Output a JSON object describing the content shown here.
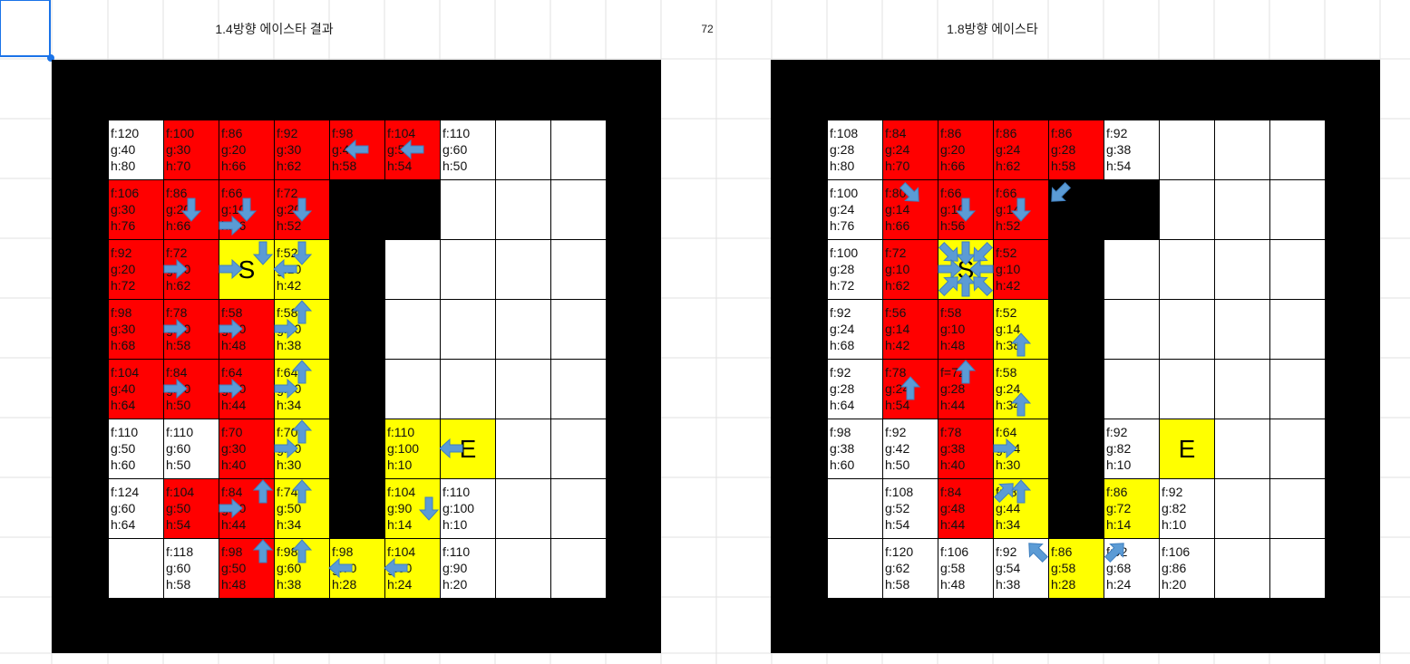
{
  "sheet": {
    "header_left": "1.4방향 에이스타 결과",
    "header_mid": "72",
    "header_right": "1.8방향 에이스타"
  },
  "colors": {
    "open": "#ffffff",
    "closed": "#ff0000",
    "path": "#ffff00",
    "wall": "#000000",
    "arrow": "#5b9bd5"
  },
  "left_map": {
    "rows": [
      [
        {
          "c": "white",
          "t": [
            "f:120",
            "g:40",
            "h:80"
          ]
        },
        {
          "c": "red",
          "t": [
            "f:100",
            "g:30",
            "h:70"
          ]
        },
        {
          "c": "red",
          "t": [
            "f:86",
            "g:20",
            "h:66"
          ]
        },
        {
          "c": "red",
          "t": [
            "f:92",
            "g:30",
            "h:62"
          ]
        },
        {
          "c": "red",
          "t": [
            "f:98",
            "g:40",
            "h:58"
          ]
        },
        {
          "c": "red",
          "t": [
            "f:104",
            "g:50",
            "h:54"
          ]
        },
        {
          "c": "white",
          "t": [
            "f:110",
            "g:60",
            "h:50"
          ]
        },
        {
          "c": "white",
          "t": []
        },
        {
          "c": "white",
          "t": []
        }
      ],
      [
        {
          "c": "red",
          "t": [
            "f:106",
            "g:30",
            "h:76"
          ]
        },
        {
          "c": "red",
          "t": [
            "f:86",
            "g:20",
            "h:66"
          ]
        },
        {
          "c": "red",
          "t": [
            "f:66",
            "g:10",
            "h:56"
          ]
        },
        {
          "c": "red",
          "t": [
            "f:72",
            "g:20",
            "h:52"
          ]
        },
        {
          "c": "wall"
        },
        {
          "c": "wall"
        },
        {
          "c": "white",
          "t": []
        },
        {
          "c": "white",
          "t": []
        },
        {
          "c": "white",
          "t": []
        }
      ],
      [
        {
          "c": "red",
          "t": [
            "f:92",
            "g:20",
            "h:72"
          ]
        },
        {
          "c": "red",
          "t": [
            "f:72",
            "g:10",
            "h:62"
          ]
        },
        {
          "c": "yellow",
          "big": "S"
        },
        {
          "c": "yellow",
          "t": [
            "f:52",
            "g:10",
            "h:42"
          ]
        },
        {
          "c": "wall"
        },
        {
          "c": "white",
          "t": []
        },
        {
          "c": "white",
          "t": []
        },
        {
          "c": "white",
          "t": []
        },
        {
          "c": "white",
          "t": []
        }
      ],
      [
        {
          "c": "red",
          "t": [
            "f:98",
            "g:30",
            "h:68"
          ]
        },
        {
          "c": "red",
          "t": [
            "f:78",
            "g:20",
            "h:58"
          ]
        },
        {
          "c": "red",
          "t": [
            "f:58",
            "g:10",
            "h:48"
          ]
        },
        {
          "c": "yellow",
          "t": [
            "f:58",
            "g:20",
            "h:38"
          ]
        },
        {
          "c": "wall"
        },
        {
          "c": "white",
          "t": []
        },
        {
          "c": "white",
          "t": []
        },
        {
          "c": "white",
          "t": []
        },
        {
          "c": "white",
          "t": []
        }
      ],
      [
        {
          "c": "red",
          "t": [
            "f:104",
            "g:40",
            "h:64"
          ]
        },
        {
          "c": "red",
          "t": [
            "f:84",
            "g:30",
            "h:50"
          ]
        },
        {
          "c": "red",
          "t": [
            "f:64",
            "g:20",
            "h:44"
          ]
        },
        {
          "c": "yellow",
          "t": [
            "f:64",
            "g:30",
            "h:34"
          ]
        },
        {
          "c": "wall"
        },
        {
          "c": "white",
          "t": []
        },
        {
          "c": "white",
          "t": []
        },
        {
          "c": "white",
          "t": []
        },
        {
          "c": "white",
          "t": []
        }
      ],
      [
        {
          "c": "white",
          "t": [
            "f:110",
            "g:50",
            "h:60"
          ]
        },
        {
          "c": "white",
          "t": [
            "f:110",
            "g:60",
            "h:50"
          ]
        },
        {
          "c": "red",
          "t": [
            "f:70",
            "g:30",
            "h:40"
          ]
        },
        {
          "c": "yellow",
          "t": [
            "f:70",
            "g:40",
            "h:30"
          ]
        },
        {
          "c": "wall"
        },
        {
          "c": "yellow",
          "t": [
            "f:110",
            "g:100",
            "h:10"
          ]
        },
        {
          "c": "yellow",
          "big": "E"
        },
        {
          "c": "white",
          "t": []
        },
        {
          "c": "white",
          "t": []
        }
      ],
      [
        {
          "c": "white",
          "t": [
            "f:124",
            "g:60",
            "h:64"
          ]
        },
        {
          "c": "red",
          "t": [
            "f:104",
            "g:50",
            "h:54"
          ]
        },
        {
          "c": "red",
          "t": [
            "f:84",
            "g:40",
            "h:44"
          ]
        },
        {
          "c": "yellow",
          "t": [
            "f:74",
            "g:50",
            "h:34"
          ]
        },
        {
          "c": "wall"
        },
        {
          "c": "yellow",
          "t": [
            "f:104",
            "g:90",
            "h:14"
          ]
        },
        {
          "c": "white",
          "t": [
            "f:110",
            "g:100",
            "h:10"
          ]
        },
        {
          "c": "white",
          "t": []
        },
        {
          "c": "white",
          "t": []
        }
      ],
      [
        {
          "c": "white",
          "t": []
        },
        {
          "c": "white",
          "t": [
            "f:118",
            "g:60",
            "h:58"
          ]
        },
        {
          "c": "red",
          "t": [
            "f:98",
            "g:50",
            "h:48"
          ]
        },
        {
          "c": "yellow",
          "t": [
            "f:98",
            "g:60",
            "h:38"
          ]
        },
        {
          "c": "yellow",
          "t": [
            "f:98",
            "g:70",
            "h:28"
          ]
        },
        {
          "c": "yellow",
          "t": [
            "f:104",
            "g:80",
            "h:24"
          ]
        },
        {
          "c": "white",
          "t": [
            "f:110",
            "g:90",
            "h:20"
          ]
        },
        {
          "c": "white",
          "t": []
        },
        {
          "c": "white",
          "t": []
        }
      ]
    ]
  },
  "right_map": {
    "rows": [
      [
        {
          "c": "white",
          "t": [
            "f:108",
            "g:28",
            "h:80"
          ]
        },
        {
          "c": "red",
          "t": [
            "f:84",
            "g:24",
            "h:70"
          ]
        },
        {
          "c": "red",
          "t": [
            "f:86",
            "g:20",
            "h:66"
          ]
        },
        {
          "c": "red",
          "t": [
            "f:86",
            "g:24",
            "h:62"
          ]
        },
        {
          "c": "red",
          "t": [
            "f:86",
            "g:28",
            "h:58"
          ]
        },
        {
          "c": "white",
          "t": [
            "f:92",
            "g:38",
            "h:54"
          ]
        },
        {
          "c": "white",
          "t": []
        },
        {
          "c": "white",
          "t": []
        },
        {
          "c": "white",
          "t": []
        }
      ],
      [
        {
          "c": "white",
          "t": [
            "f:100",
            "g:24",
            "h:76"
          ]
        },
        {
          "c": "red",
          "t": [
            "f:80",
            "g:14",
            "h:66"
          ]
        },
        {
          "c": "red",
          "t": [
            "f:66",
            "g:10",
            "h:56"
          ]
        },
        {
          "c": "red",
          "t": [
            "f:66",
            "g:14",
            "h:52"
          ]
        },
        {
          "c": "wall"
        },
        {
          "c": "wall"
        },
        {
          "c": "white",
          "t": []
        },
        {
          "c": "white",
          "t": []
        },
        {
          "c": "white",
          "t": []
        }
      ],
      [
        {
          "c": "white",
          "t": [
            "f:100",
            "g:28",
            "h:72"
          ]
        },
        {
          "c": "red",
          "t": [
            "f:72",
            "g:10",
            "h:62"
          ]
        },
        {
          "c": "yellow",
          "big": "S"
        },
        {
          "c": "red",
          "t": [
            "f:52",
            "g:10",
            "h:42"
          ]
        },
        {
          "c": "wall"
        },
        {
          "c": "white",
          "t": []
        },
        {
          "c": "white",
          "t": []
        },
        {
          "c": "white",
          "t": []
        },
        {
          "c": "white",
          "t": []
        }
      ],
      [
        {
          "c": "white",
          "t": [
            "f:92",
            "g:24",
            "h:68"
          ]
        },
        {
          "c": "red",
          "t": [
            "f:56",
            "g:14",
            "h:42"
          ]
        },
        {
          "c": "red",
          "t": [
            "f:58",
            "g:10",
            "h:48"
          ]
        },
        {
          "c": "yellow",
          "t": [
            "f:52",
            "g:14",
            "h:38"
          ]
        },
        {
          "c": "wall"
        },
        {
          "c": "white",
          "t": []
        },
        {
          "c": "white",
          "t": []
        },
        {
          "c": "white",
          "t": []
        },
        {
          "c": "white",
          "t": []
        }
      ],
      [
        {
          "c": "white",
          "t": [
            "f:92",
            "g:28",
            "h:64"
          ]
        },
        {
          "c": "red",
          "t": [
            "f:78",
            "g:24",
            "h:54"
          ]
        },
        {
          "c": "red",
          "t": [
            "f=72",
            "g:28",
            "h:44"
          ]
        },
        {
          "c": "yellow",
          "t": [
            "f:58",
            "g:24",
            "h:34"
          ]
        },
        {
          "c": "wall"
        },
        {
          "c": "white",
          "t": []
        },
        {
          "c": "white",
          "t": []
        },
        {
          "c": "white",
          "t": []
        },
        {
          "c": "white",
          "t": []
        }
      ],
      [
        {
          "c": "white",
          "t": [
            "f:98",
            "g:38",
            "h:60"
          ]
        },
        {
          "c": "white",
          "t": [
            "f:92",
            "g:42",
            "h:50"
          ]
        },
        {
          "c": "red",
          "t": [
            "f:78",
            "g:38",
            "h:40"
          ]
        },
        {
          "c": "yellow",
          "t": [
            "f:64",
            "g:34",
            "h:30"
          ]
        },
        {
          "c": "wall"
        },
        {
          "c": "white",
          "t": [
            "f:92",
            "g:82",
            "h:10"
          ]
        },
        {
          "c": "yellow",
          "big": "E"
        },
        {
          "c": "white",
          "t": []
        },
        {
          "c": "white",
          "t": []
        }
      ],
      [
        {
          "c": "white",
          "t": []
        },
        {
          "c": "white",
          "t": [
            "f:108",
            "g:52",
            "h:54"
          ]
        },
        {
          "c": "red",
          "t": [
            "f:84",
            "g:48",
            "h:44"
          ]
        },
        {
          "c": "yellow",
          "t": [
            "f:78",
            "g:44",
            "h:34"
          ]
        },
        {
          "c": "wall"
        },
        {
          "c": "yellow",
          "t": [
            "f:86",
            "g:72",
            "h:14"
          ]
        },
        {
          "c": "white",
          "t": [
            "f:92",
            "g:82",
            "h:10"
          ]
        },
        {
          "c": "white",
          "t": []
        },
        {
          "c": "white",
          "t": []
        }
      ],
      [
        {
          "c": "white",
          "t": []
        },
        {
          "c": "white",
          "t": [
            "f:120",
            "g:62",
            "h:58"
          ]
        },
        {
          "c": "white",
          "t": [
            "f:106",
            "g:58",
            "h:48"
          ]
        },
        {
          "c": "white",
          "t": [
            "f:92",
            "g:54",
            "h:38"
          ]
        },
        {
          "c": "yellow",
          "t": [
            "f:86",
            "g:58",
            "h:28"
          ]
        },
        {
          "c": "white",
          "t": [
            "f:92",
            "g:68",
            "h:24"
          ]
        },
        {
          "c": "white",
          "t": [
            "f:106",
            "g:86",
            "h:20"
          ]
        },
        {
          "c": "white",
          "t": []
        },
        {
          "c": "white",
          "t": []
        }
      ]
    ]
  },
  "left_arrows": [
    {
      "r": 1,
      "c": 1,
      "dir": "down"
    },
    {
      "r": 1,
      "c": 2,
      "dir": "down"
    },
    {
      "r": 1,
      "c": 3,
      "dir": "down"
    },
    {
      "r": 0,
      "c": 4,
      "dir": "left"
    },
    {
      "r": 0,
      "c": 5,
      "dir": "left"
    },
    {
      "r": 1,
      "c": 2,
      "dir": "right",
      "o": "bl"
    },
    {
      "r": 2,
      "c": 2,
      "dir": "down",
      "o": "tr"
    },
    {
      "r": 2,
      "c": 3,
      "dir": "down",
      "o": "t"
    },
    {
      "r": 2,
      "c": 1,
      "dir": "right",
      "o": "l"
    },
    {
      "r": 2,
      "c": 2,
      "dir": "right",
      "o": "l"
    },
    {
      "r": 2,
      "c": 3,
      "dir": "left",
      "o": "l"
    },
    {
      "r": 3,
      "c": 3,
      "dir": "up",
      "o": "t"
    },
    {
      "r": 3,
      "c": 1,
      "dir": "right",
      "o": "l"
    },
    {
      "r": 3,
      "c": 2,
      "dir": "right",
      "o": "l"
    },
    {
      "r": 3,
      "c": 3,
      "dir": "right",
      "o": "l"
    },
    {
      "r": 4,
      "c": 3,
      "dir": "up",
      "o": "t"
    },
    {
      "r": 4,
      "c": 1,
      "dir": "right",
      "o": "l"
    },
    {
      "r": 4,
      "c": 2,
      "dir": "right",
      "o": "l"
    },
    {
      "r": 4,
      "c": 3,
      "dir": "right",
      "o": "l"
    },
    {
      "r": 5,
      "c": 3,
      "dir": "up",
      "o": "t"
    },
    {
      "r": 5,
      "c": 3,
      "dir": "right",
      "o": "l"
    },
    {
      "r": 6,
      "c": 2,
      "dir": "up",
      "o": "tr"
    },
    {
      "r": 6,
      "c": 3,
      "dir": "up",
      "o": "t"
    },
    {
      "r": 6,
      "c": 2,
      "dir": "right",
      "o": "l"
    },
    {
      "r": 7,
      "c": 2,
      "dir": "up",
      "o": "tr"
    },
    {
      "r": 7,
      "c": 3,
      "dir": "up",
      "o": "t"
    },
    {
      "r": 5,
      "c": 6,
      "dir": "left",
      "o": "l"
    },
    {
      "r": 6,
      "c": 5,
      "dir": "down",
      "o": "r"
    },
    {
      "r": 7,
      "c": 4,
      "dir": "left",
      "o": "l"
    },
    {
      "r": 7,
      "c": 5,
      "dir": "left",
      "o": "l"
    }
  ],
  "right_arrows": [
    {
      "r": 1,
      "c": 2,
      "dir": "down"
    },
    {
      "r": 1,
      "c": 3,
      "dir": "down"
    },
    {
      "r": 1,
      "c": 1,
      "dir": "downright",
      "o": "t"
    },
    {
      "r": 1,
      "c": 4,
      "dir": "downleft",
      "o": "tl"
    },
    {
      "r": 2,
      "c": 2,
      "dir": "down",
      "o": "t"
    },
    {
      "r": 2,
      "c": 2,
      "dir": "downright",
      "o": "tl"
    },
    {
      "r": 2,
      "c": 2,
      "dir": "downleft",
      "o": "tr"
    },
    {
      "r": 2,
      "c": 2,
      "dir": "right",
      "o": "l"
    },
    {
      "r": 2,
      "c": 2,
      "dir": "left",
      "o": "r"
    },
    {
      "r": 2,
      "c": 2,
      "dir": "up",
      "o": "b"
    },
    {
      "r": 2,
      "c": 2,
      "dir": "upright",
      "o": "bl"
    },
    {
      "r": 2,
      "c": 2,
      "dir": "upleft",
      "o": "br"
    },
    {
      "r": 4,
      "c": 1,
      "dir": "up",
      "o": "c"
    },
    {
      "r": 4,
      "c": 2,
      "dir": "up",
      "o": "t"
    },
    {
      "r": 3,
      "c": 3,
      "dir": "up",
      "o": "b"
    },
    {
      "r": 4,
      "c": 3,
      "dir": "up",
      "o": "b"
    },
    {
      "r": 5,
      "c": 3,
      "dir": "right",
      "o": "l"
    },
    {
      "r": 6,
      "c": 3,
      "dir": "upright",
      "o": "tl"
    },
    {
      "r": 6,
      "c": 3,
      "dir": "up",
      "o": "t"
    },
    {
      "r": 7,
      "c": 3,
      "dir": "upleft",
      "o": "tr"
    },
    {
      "r": 7,
      "c": 5,
      "dir": "upright",
      "o": "tl"
    }
  ]
}
